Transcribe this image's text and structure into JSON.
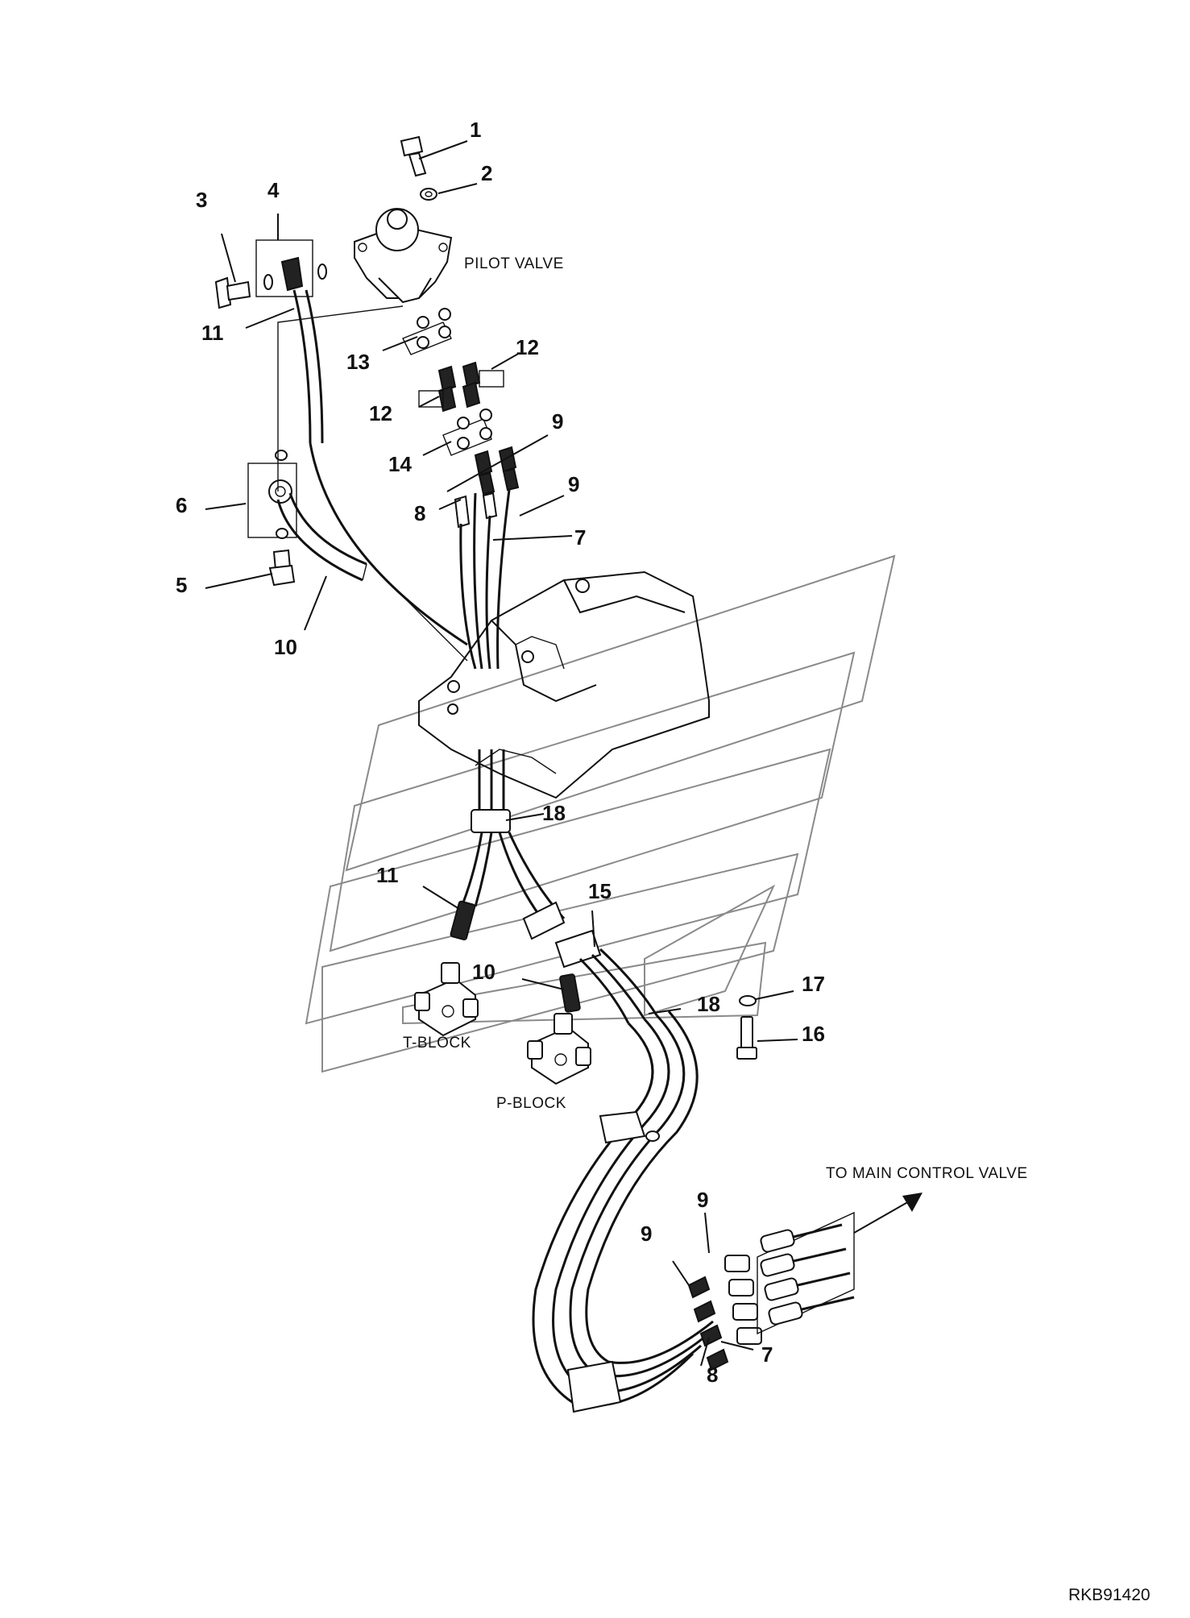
{
  "diagram": {
    "labels": {
      "pilot_valve": "PILOT VALVE",
      "t_block": "T-BLOCK",
      "p_block": "P-BLOCK",
      "to_main_control_valve": "TO MAIN CONTROL VALVE"
    },
    "drawing_code": "RKB91420",
    "callouts": [
      "1",
      "2",
      "3",
      "4",
      "11",
      "13",
      "12",
      "12",
      "9",
      "14",
      "9",
      "8",
      "7",
      "6",
      "5",
      "10",
      "18",
      "11",
      "15",
      "10",
      "18",
      "17",
      "16",
      "9",
      "9",
      "7",
      "8"
    ]
  }
}
